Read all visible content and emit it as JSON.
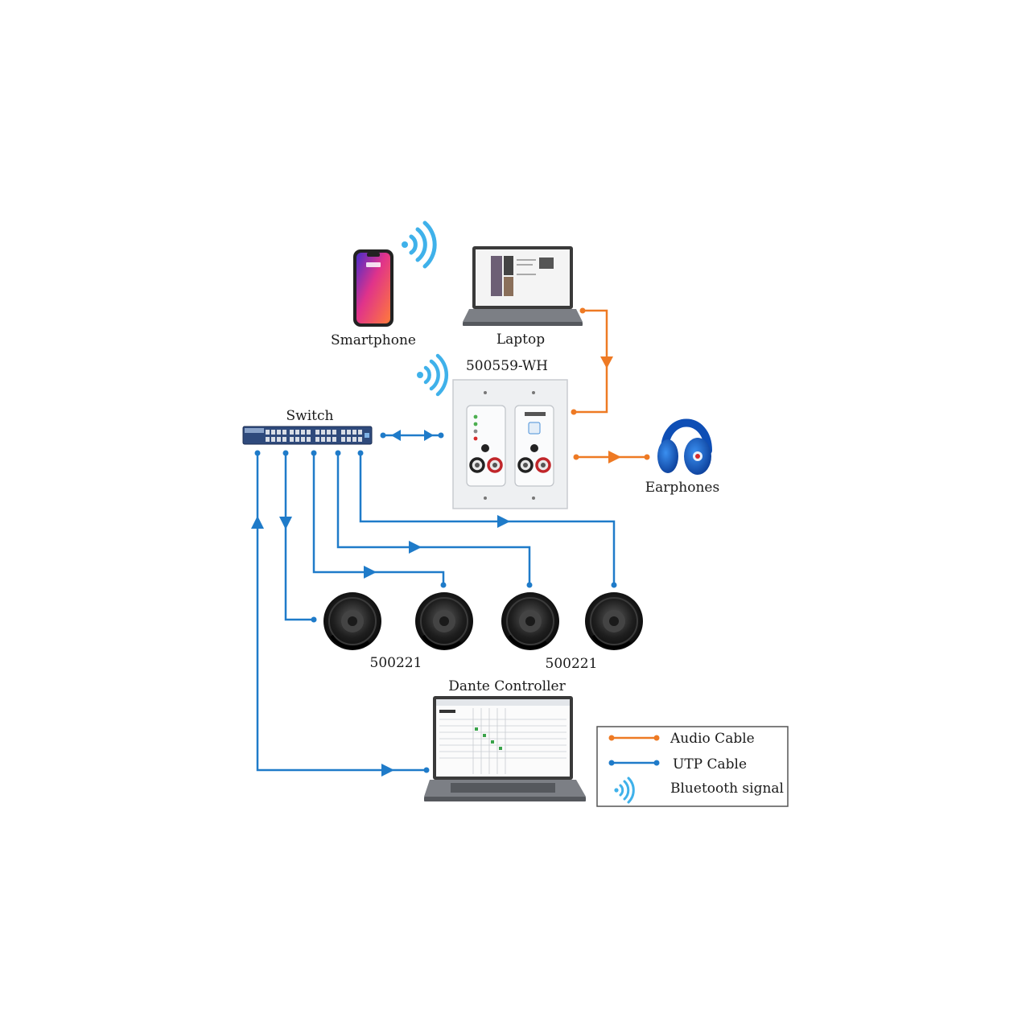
{
  "labels": {
    "smartphone": "Smartphone",
    "laptop": "Laptop",
    "device": "500559-WH",
    "switch": "Switch",
    "earphones": "Earphones",
    "speaker_left": "500221",
    "speaker_right": "500221",
    "controller": "Dante Controller"
  },
  "legend": {
    "audio": "Audio Cable",
    "utp": "UTP Cable",
    "bluetooth": "Bluetooth signal"
  },
  "colors": {
    "audio_cable": "#ee7a24",
    "utp_cable": "#1f7bc9",
    "bluetooth": "#3fb1ea"
  },
  "icons": {
    "smartphone": "smartphone-icon",
    "laptop": "laptop-icon",
    "device": "wall-plate-icon",
    "switch": "network-switch-icon",
    "earphones": "headphones-icon",
    "speaker": "ceiling-speaker-icon",
    "bluetooth": "bluetooth-signal-icon"
  }
}
